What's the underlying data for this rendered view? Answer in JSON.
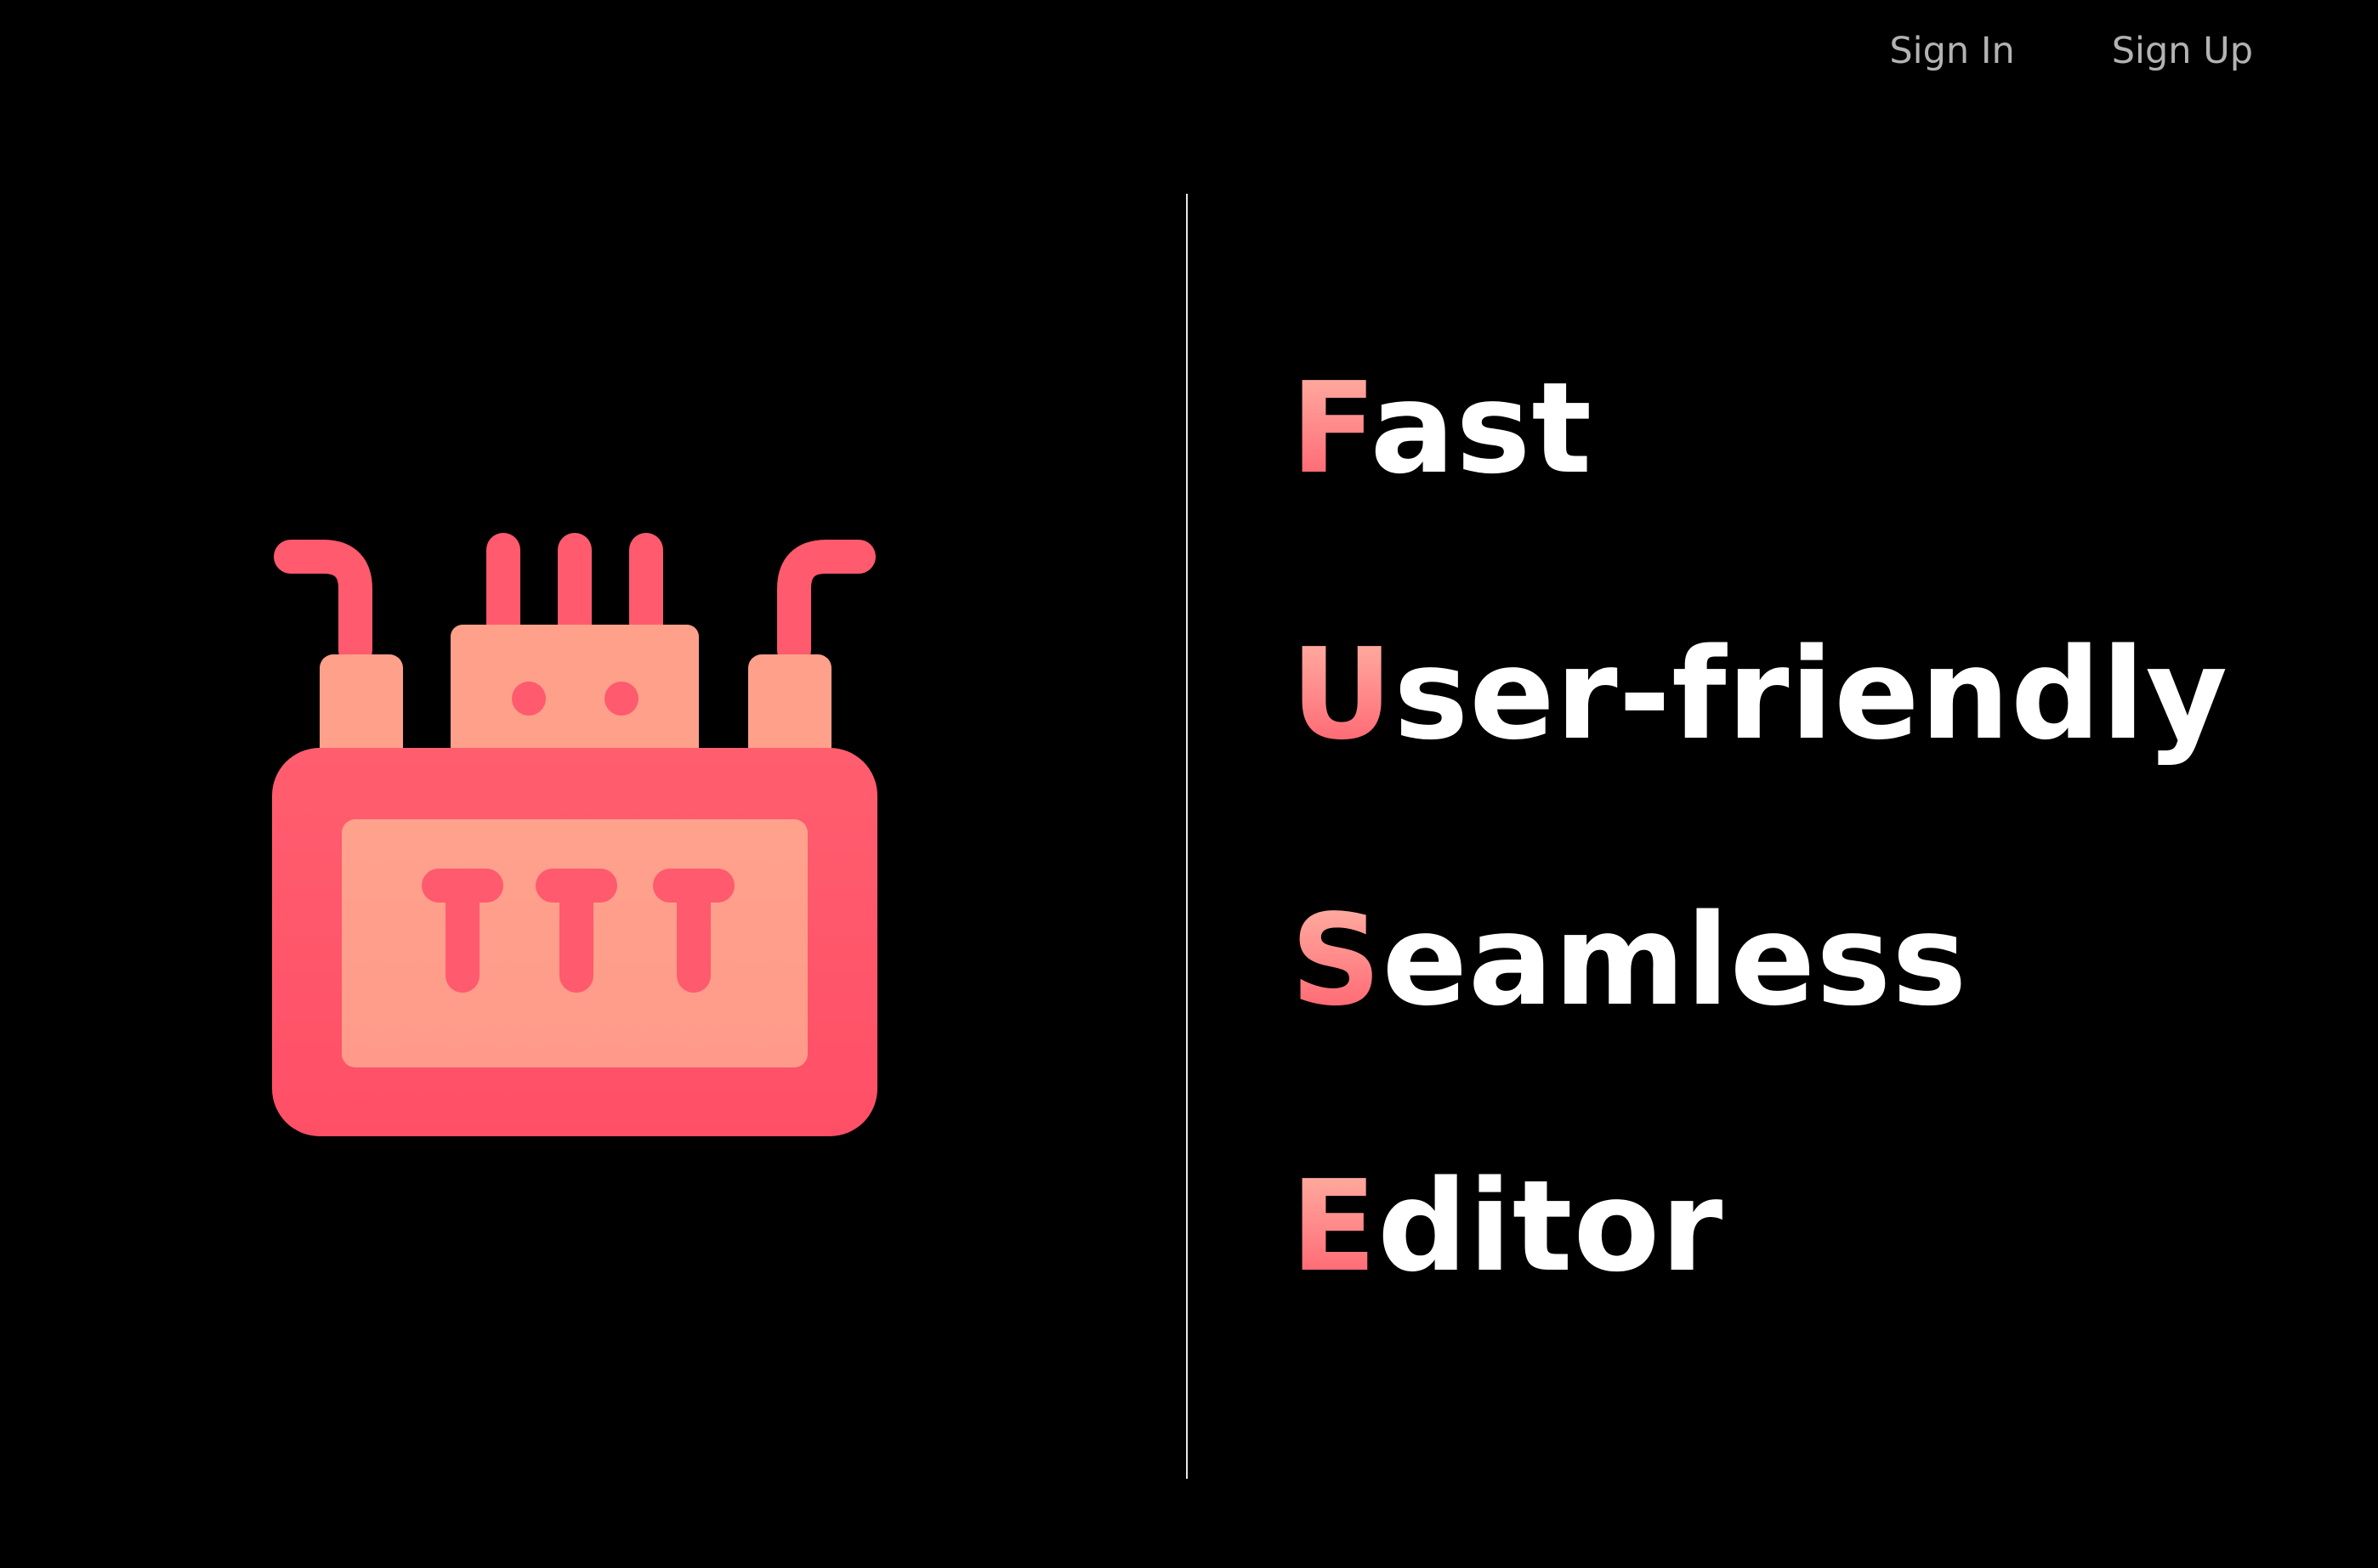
{
  "nav": {
    "sign_in": "Sign In",
    "sign_up": "Sign Up"
  },
  "logo": {
    "icon": "electric-transformer-icon",
    "colors": {
      "primary": "#ff5a6e",
      "secondary": "#ffa08a"
    }
  },
  "tagline": {
    "words": [
      {
        "initial": "F",
        "rest": "ast"
      },
      {
        "initial": "U",
        "rest": "ser-friendly"
      },
      {
        "initial": "S",
        "rest": "eamless"
      },
      {
        "initial": "E",
        "rest": "ditor"
      }
    ],
    "initial_gradient": [
      "#ffb8a8",
      "#ff5a6a"
    ],
    "text_color": "#ffffff"
  },
  "theme": {
    "background": "#000000",
    "nav_text": "#b3b3b3",
    "divider": "#e8e8e8"
  }
}
